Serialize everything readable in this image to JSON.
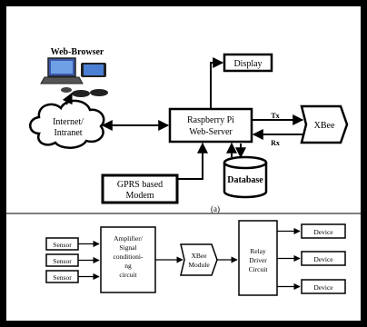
{
  "diagram_a": {
    "web_browser_label": "Web-Browser",
    "internet_label": [
      "Internet/",
      "Intranet"
    ],
    "display_label": "Display",
    "server_label": [
      "Raspberry Pi",
      "Web-Server"
    ],
    "xbee_label": "XBee",
    "tx_label": "Tx",
    "rx_label": "Rx",
    "gprs_label": [
      "GPRS based",
      "Modem"
    ],
    "database_label": "Database",
    "caption": "(a)"
  },
  "diagram_b": {
    "sensors": [
      "Sensor",
      "Sensor",
      "Sensor"
    ],
    "amplifier_label": [
      "Amplifier/",
      "Signal",
      "conditioni-",
      "ng",
      "circuit"
    ],
    "xbee_module_label": [
      "XBee",
      "Module"
    ],
    "relay_label": [
      "Relay",
      "Driver",
      "Circuit"
    ],
    "devices": [
      "Device",
      "Device",
      "Device"
    ]
  }
}
